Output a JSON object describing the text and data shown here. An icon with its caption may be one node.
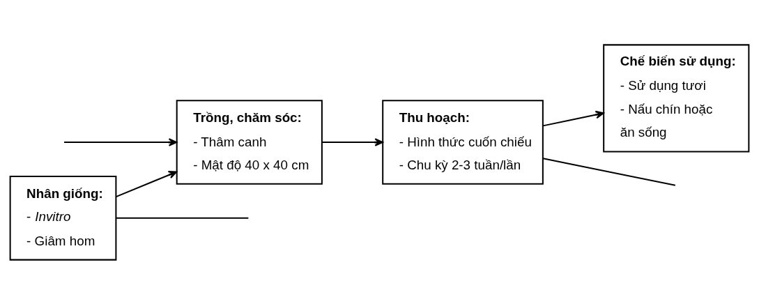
{
  "diagram": {
    "nodes": [
      {
        "text": [
          "Nhân giống:",
          "- *Invitro*",
          "- Giâm hom"
        ]
      },
      {
        "text": [
          "Trồng, chăm sóc:",
          "- Thâm canh",
          "- Mật độ 40 x 40 cm"
        ]
      },
      {
        "text": [
          "Thu hoạch:",
          "- Hình thức cuốn chiếu",
          "- Chu kỳ 2-3 tuần/lần"
        ]
      },
      {
        "text": [
          "Chế biến sử dụng:",
          "- Sử dụng tươi",
          "- Nấu chín hoặc ăn sống"
        ]
      }
    ],
    "edges": [
      {
        "from": 0,
        "to": 1,
        "arrow": "to"
      },
      {
        "from": 1,
        "to": 2,
        "arrow": "to"
      },
      {
        "from": 2,
        "to": 3,
        "arrow": "to"
      },
      {
        "from": 0,
        "to": null,
        "arrow": "none"
      },
      {
        "from": null,
        "to": 1,
        "arrow": "to"
      },
      {
        "from": 2,
        "to": null,
        "arrow": "none"
      }
    ]
  }
}
